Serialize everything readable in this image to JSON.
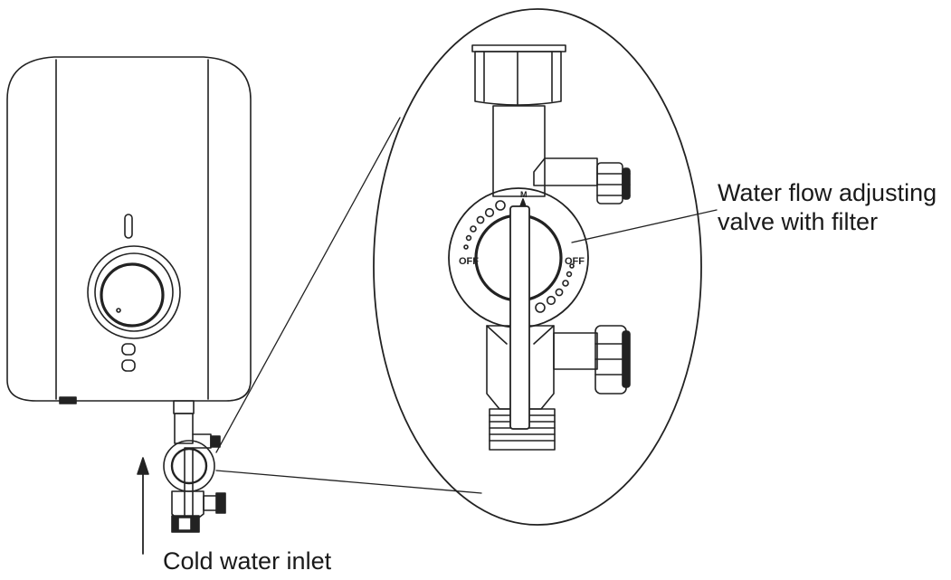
{
  "labels": {
    "valve_line1": "Water flow adjusting",
    "valve_line2": "valve with filter",
    "inlet": "Cold water inlet"
  },
  "dial_marks": {
    "off_left": "OFF",
    "off_right": "OFF",
    "max_mark": "M"
  },
  "colors": {
    "line": "#222222",
    "background": "#ffffff"
  }
}
